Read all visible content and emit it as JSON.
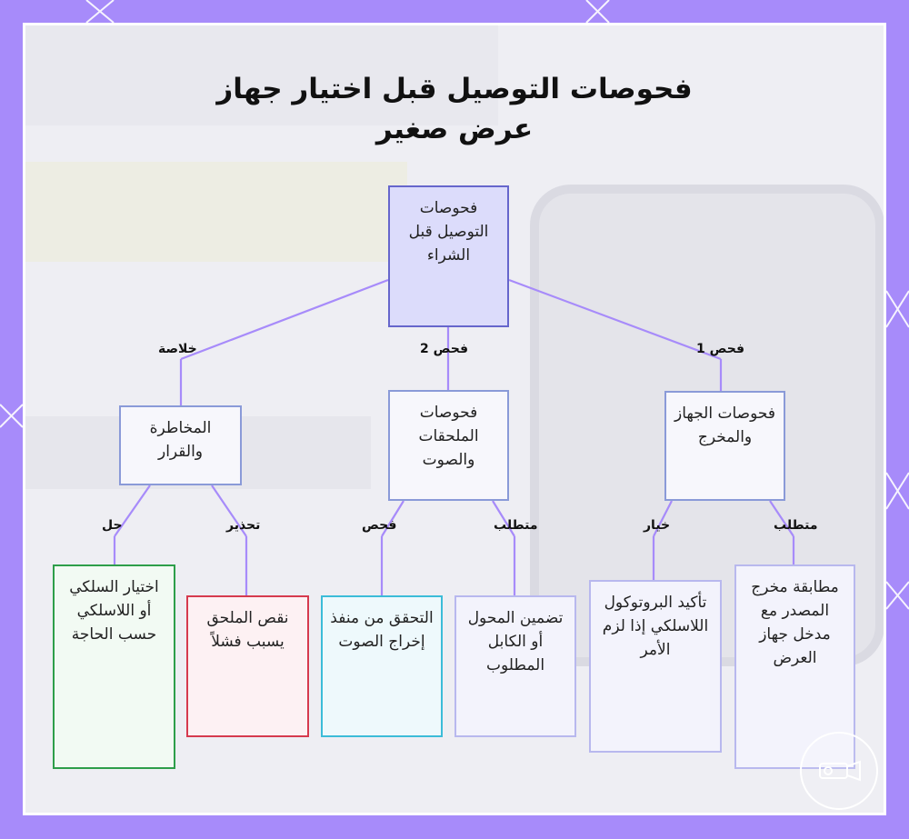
{
  "title": "فحوصات التوصيل قبل اختيار جهاز عرض صغير",
  "nodes": {
    "root": "فحوصات التوصيل قبل الشراء",
    "device": "فحوصات الجهاز والمخرج",
    "accessories": "فحوصات الملحقات والصوت",
    "risk": "المخاطرة والقرار",
    "match_output": "مطابقة مخرج المصدر مع مدخل جهاز العرض",
    "bluetooth": "تأكيد البروتوكول اللاسلكي إذا لزم الأمر",
    "adapter": "تضمين المحول أو الكابل المطلوب",
    "audio_port": "التحقق من منفذ إخراج الصوت",
    "missing": "نقص الملحق يسبب فشلاً",
    "choose": "اختيار السلكي أو اللاسلكي حسب الحاجة"
  },
  "edge_labels": {
    "check1": "فحص 1",
    "check2": "فحص 2",
    "summary": "خلاصة",
    "req1": "متطلب",
    "option": "خيار",
    "req2": "متطلب",
    "check": "فحص",
    "warning": "تحذير",
    "solution": "حل"
  },
  "colors": {
    "frame": "#a78bfa",
    "connector": "#a78bfa",
    "root_fill": "#dcdcfb",
    "root_border": "#6666cc",
    "green": "#2e9e4a",
    "red": "#d63a4e",
    "cyan": "#3cbcd8"
  }
}
